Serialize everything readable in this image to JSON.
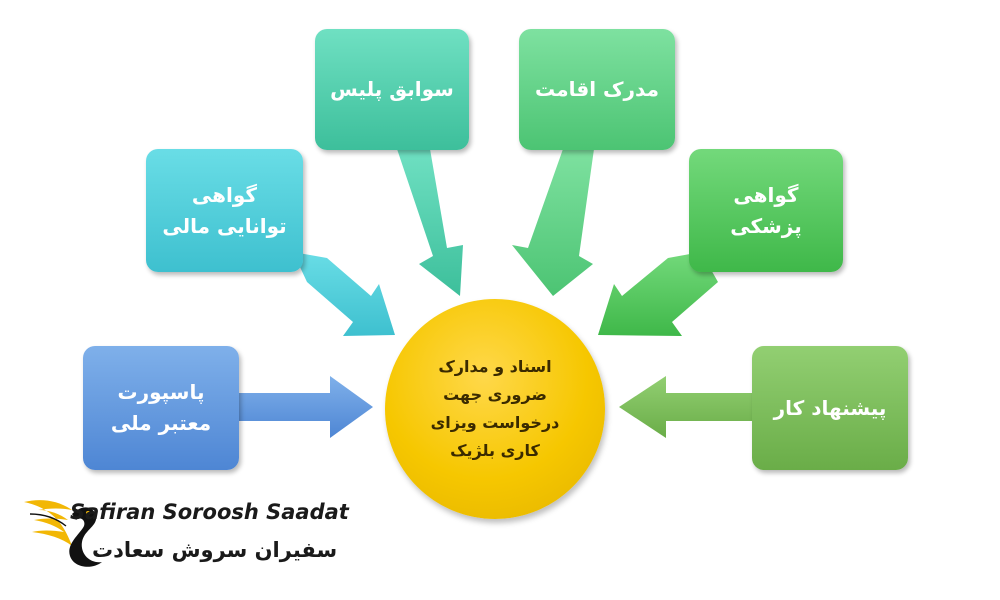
{
  "diagram": {
    "center": {
      "text": "اسناد و مدارک ضروری جهت درخواست ویزای کاری بلژیک",
      "color": "#f6c700"
    },
    "nodes": [
      {
        "id": "passport",
        "text": "پاسپورت معتبر ملی",
        "color": "#5a92dc"
      },
      {
        "id": "financial",
        "text": "گواهی توانایی مالی",
        "color": "#4ccbd8"
      },
      {
        "id": "police",
        "text": "سوابق پلیس",
        "color": "#4ccfa9"
      },
      {
        "id": "residence",
        "text": "مدرک اقامت",
        "color": "#5bd07f"
      },
      {
        "id": "medical",
        "text": "گواهی پزشکی",
        "color": "#4cc456"
      },
      {
        "id": "job",
        "text": "پیشنهاد کار",
        "color": "#79bb55"
      }
    ]
  },
  "logo": {
    "text_en": "Safiran Soroosh Saadat",
    "text_fa": "سفیران سروش سعادت",
    "accent_color": "#f2b705"
  }
}
